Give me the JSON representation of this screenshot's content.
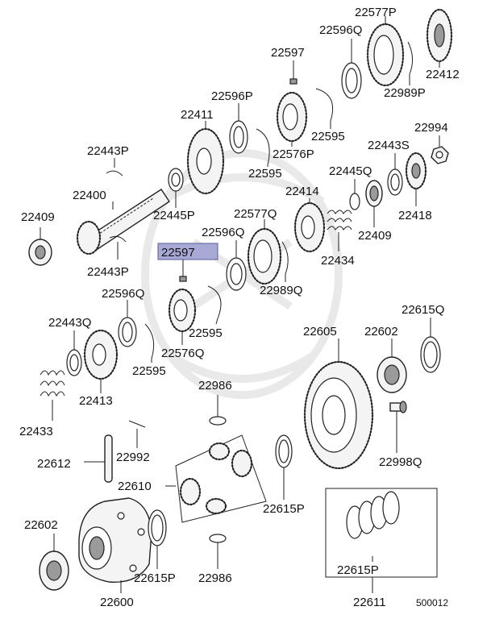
{
  "diagram": {
    "labels": {
      "p22577P": "22577P",
      "p22596Q_top": "22596Q",
      "p22597_top": "22597",
      "p22412": "22412",
      "p22989P": "22989P",
      "p22596P": "22596P",
      "p22411": "22411",
      "p22595_top": "22595",
      "p22576P": "22576P",
      "p22595_mid": "22595",
      "p22994": "22994",
      "p22443P_top": "22443P",
      "p22443S": "22443S",
      "p22445Q": "22445Q",
      "p22400": "22400",
      "p22414": "22414",
      "p22418": "22418",
      "p22409_left": "22409",
      "p22445P": "22445P",
      "p22577Q": "22577Q",
      "p22409_right": "22409",
      "p22596Q_mid": "22596Q",
      "p22443P_bot": "22443P",
      "p22597_sel": "22597",
      "p22434": "22434",
      "p22989Q": "22989Q",
      "p22596Q_low": "22596Q",
      "p22615Q": "22615Q",
      "p22443Q": "22443Q",
      "p22605": "22605",
      "p22602_right": "22602",
      "p22595_low": "22595",
      "p22576Q": "22576Q",
      "p22595_low2": "22595",
      "p22413": "22413",
      "p22986_top": "22986",
      "p22433": "22433",
      "p22998Q": "22998Q",
      "p22612": "22612",
      "p22992": "22992",
      "p22610": "22610",
      "p22615P_right": "22615P",
      "p22602_left": "22602",
      "p22615P_bot": "22615P",
      "p22986_bot": "22986",
      "p22615P_box": "22615P",
      "p22600": "22600",
      "p22611": "22611"
    },
    "diagram_code": "500012",
    "selected_part": "22597",
    "highlight_color": "#a9a9d6"
  }
}
